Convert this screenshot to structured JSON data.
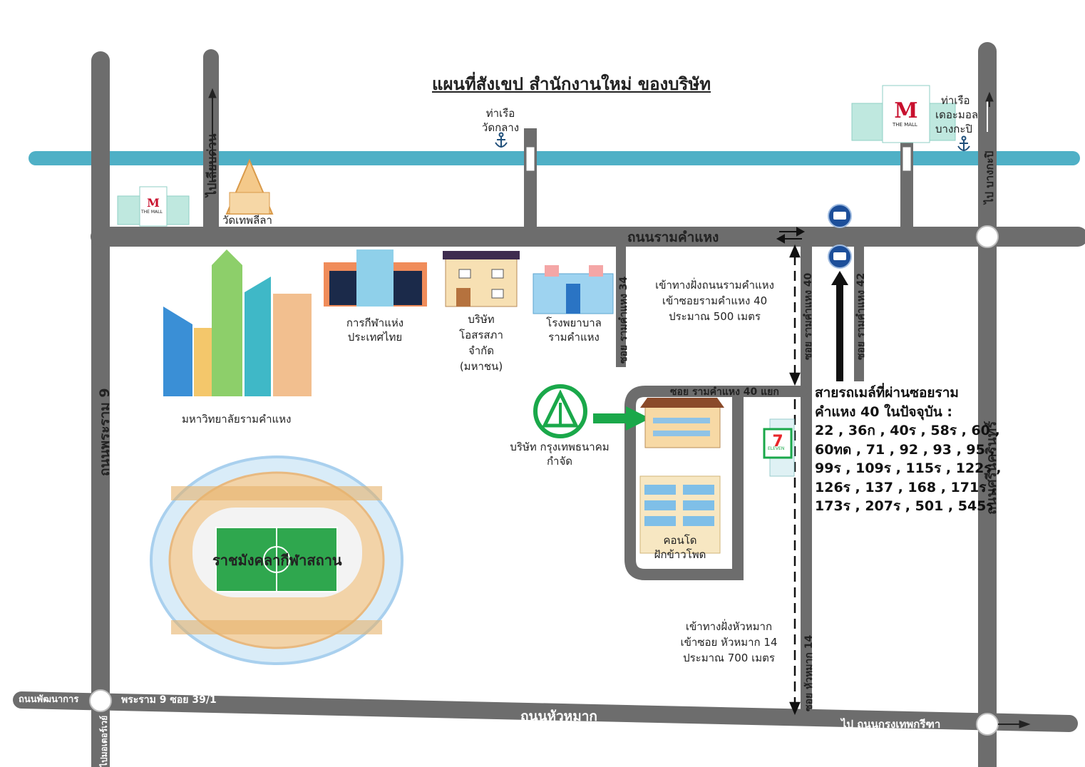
{
  "title": "แผนที่สังเขป สำนักงานใหม่ ของบริษัท",
  "colors": {
    "road": "#6d6d6d",
    "river": "#4fb0c6",
    "accent": "#1aa84a",
    "bus": "#1d4f9a"
  },
  "roads": {
    "ramkhamhaeng": "ถนนรามคำแหง",
    "rama9": "ถนนพระราม 9",
    "srinakarin": "ถนนศรีนครินทร์",
    "huamak": "ถนนหัวหมาก",
    "soi34": "ซอย รามคำแหง 34",
    "soi40": "ซอย รามคำแหง 40",
    "soi42": "ซอย รามคำแหง 42",
    "soi40_branch": "ซอย รามคำแหง 40 แยก",
    "huamak14": "ซอย หัวหมาก 14",
    "rama9_39": "พระราม 9 ซอย 39/1",
    "pattanakarn": "ถนนพัฒนาการ",
    "to_bangkapi": "ไป บางกะปิ",
    "to_krungthepkreetha": "ไป ถนนกรุงเทพกรีฑา",
    "to_leftcut": "ไปเลียบด่วน",
    "bottom_left_vertical": "ไปมอเตอร์เวย์"
  },
  "places": {
    "pier_wat_klang": [
      "ท่าเรือ",
      "วัดกลาง"
    ],
    "pier_mall": [
      "ท่าเรือ",
      "เดอะมอล",
      "บางกะปิ"
    ],
    "wat_thep_leela": "วัดเทพลีลา",
    "mall_logo": "THE MALL",
    "sat": [
      "การกีฬาแห่ง",
      "ประเทศไทย"
    ],
    "osotspa": [
      "บริษัท",
      "โอสรสภา",
      "จำกัด",
      "(มหาชน)"
    ],
    "hospital": [
      "โรงพยาบาล",
      "รามคำแหง"
    ],
    "university": "มหาวิทยาลัยรามคำแหง",
    "stadium": "ราชมังคลากีฬาสถาน",
    "company": [
      "บริษัท กรุงเทพธนาคม",
      "กำจัด"
    ],
    "condo": [
      "คอนโด",
      "ฝักข้าวโพด"
    ],
    "seven_eleven": "ELEVEN"
  },
  "directions": {
    "from_ram": [
      "เข้าทางฝั่งถนนรามคำแหง",
      "เข้าซอยรามคำแหง 40",
      "ประมาณ 500 เมตร"
    ],
    "from_huamak": [
      "เข้าทางฝั่งหัวหมาก",
      "เข้าซอย หัวหมาก 14",
      "ประมาณ 700 เมตร"
    ]
  },
  "bus": {
    "heading": [
      "สายรถเมล์ที่ผ่านซอยราม",
      "คำแหง 40  ในปัจจุบัน :"
    ],
    "lines": [
      "22 , 36ก , 40ร , 58ร , 60 ,",
      "60ทด , 71 , 92 , 93 , 95 ,",
      "99ร , 109ร , 115ร , 122ร ,",
      "126ร , 137 , 168 , 171ร ,",
      "173ร , 207ร , 501 , 545ร"
    ]
  }
}
